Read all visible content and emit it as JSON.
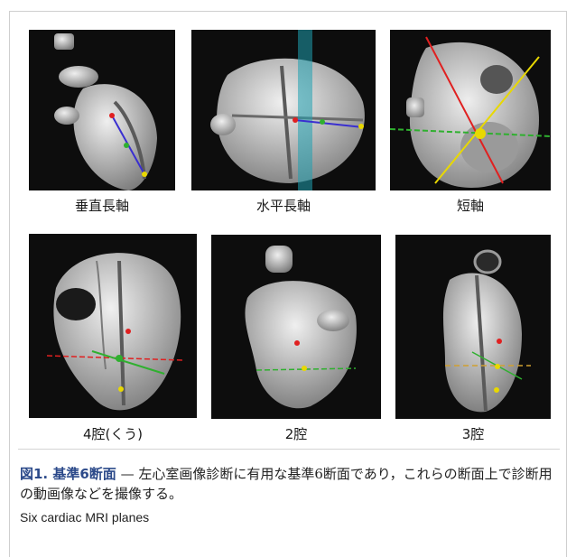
{
  "panels": [
    {
      "label": "垂直長軸"
    },
    {
      "label": "水平長軸"
    },
    {
      "label": "短軸"
    },
    {
      "label": "4腔(くう)"
    },
    {
      "label": "2腔"
    },
    {
      "label": "3腔"
    }
  ],
  "caption": {
    "fig_label": "図1. 基準6断面",
    "text": " — 左心室画像診断に有用な基準6断面であり，これらの断面上で診断用の動画像などを撮像する。",
    "english": "Six cardiac MRI planes"
  },
  "colors": {
    "panel_bg": "#0d0d0d",
    "heart": "#c8c8c8",
    "accent": "#2c4a8a"
  }
}
